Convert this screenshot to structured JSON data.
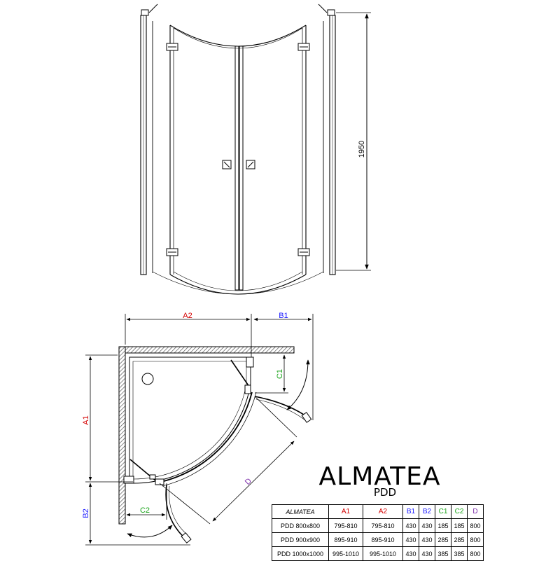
{
  "elevation": {
    "height_label": "1950"
  },
  "plan": {
    "a1_label": "A1",
    "a2_label": "A2",
    "b1_label": "B1",
    "b2_label": "B2",
    "c1_label": "C1",
    "c2_label": "C2",
    "d_label": "D"
  },
  "product": {
    "name": "ALMATEA",
    "code": "PDD"
  },
  "table": {
    "headers": [
      "ALMATEA",
      "A1",
      "A2",
      "B1",
      "B2",
      "C1",
      "C2",
      "D"
    ],
    "rows": [
      [
        "PDD 800x800",
        "795-810",
        "795-810",
        "430",
        "430",
        "185",
        "185",
        "800"
      ],
      [
        "PDD 900x900",
        "895-910",
        "895-910",
        "430",
        "430",
        "285",
        "285",
        "800"
      ],
      [
        "PDD 1000x1000",
        "995-1010",
        "995-1010",
        "430",
        "430",
        "385",
        "385",
        "800"
      ]
    ]
  },
  "colors": {
    "a_dims": "#d40000",
    "b_dims": "#1a1aff",
    "c_dims": "#1aa31a",
    "d_dims": "#7a2aa8",
    "line": "#000000",
    "wall_hatch": "#888888"
  }
}
